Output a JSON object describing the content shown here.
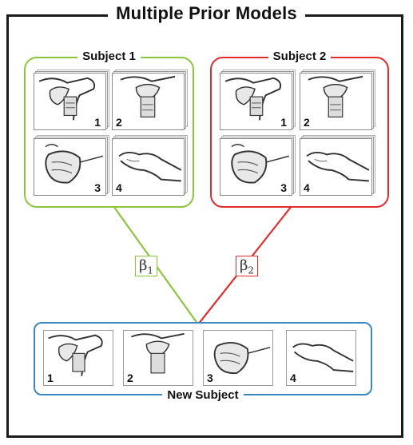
{
  "title": "Multiple Prior Models",
  "colors": {
    "subject1": "#8cc63f",
    "subject2": "#e32b2b",
    "new_subject": "#3a87c8",
    "frame": "#1a1a1a"
  },
  "subject1": {
    "label": "Subject 1",
    "panels": [
      "1",
      "2",
      "3",
      "4"
    ]
  },
  "subject2": {
    "label": "Subject 2",
    "panels": [
      "1",
      "2",
      "3",
      "4"
    ]
  },
  "weights": [
    {
      "symbol": "β",
      "subscript": "1"
    },
    {
      "symbol": "β",
      "subscript": "2"
    }
  ],
  "new_subject": {
    "label": "New Subject",
    "panels": [
      "1",
      "2",
      "3",
      "4"
    ]
  }
}
